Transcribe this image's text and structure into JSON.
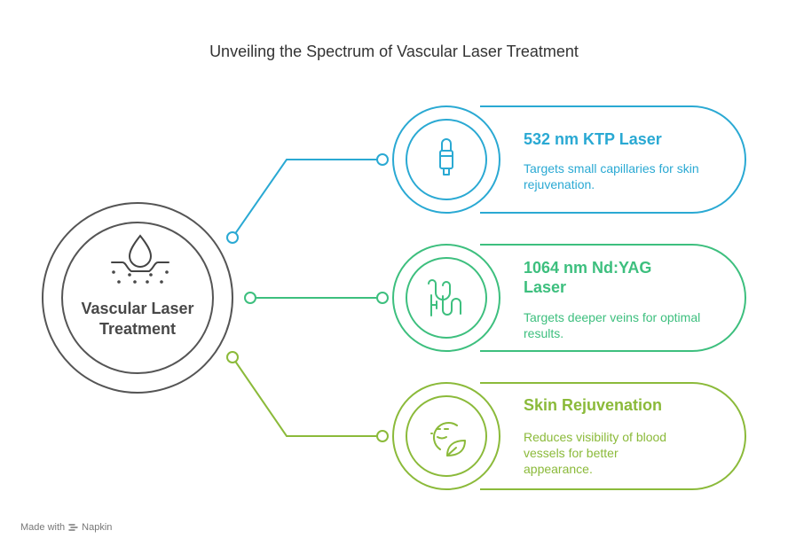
{
  "title": "Unveiling the Spectrum of Vascular Laser Treatment",
  "center": {
    "label": "Vascular Laser Treatment",
    "icon": "skin-droplet-icon"
  },
  "items": [
    {
      "title": "532 nm KTP Laser",
      "description": "Targets small capillaries for skin rejuvenation.",
      "icon": "laser-device-icon",
      "color": "#2aa9d3"
    },
    {
      "title": "1064 nm Nd:YAG Laser",
      "description": "Targets deeper veins for optimal results.",
      "icon": "vein-probe-icon",
      "color": "#3dbf7e"
    },
    {
      "title": "Skin Rejuvenation",
      "description": "Reduces visibility of blood vessels for better appearance.",
      "icon": "face-leaf-icon",
      "color": "#8bba3a"
    }
  ],
  "footer": {
    "made_with": "Made with",
    "brand": "Napkin"
  }
}
